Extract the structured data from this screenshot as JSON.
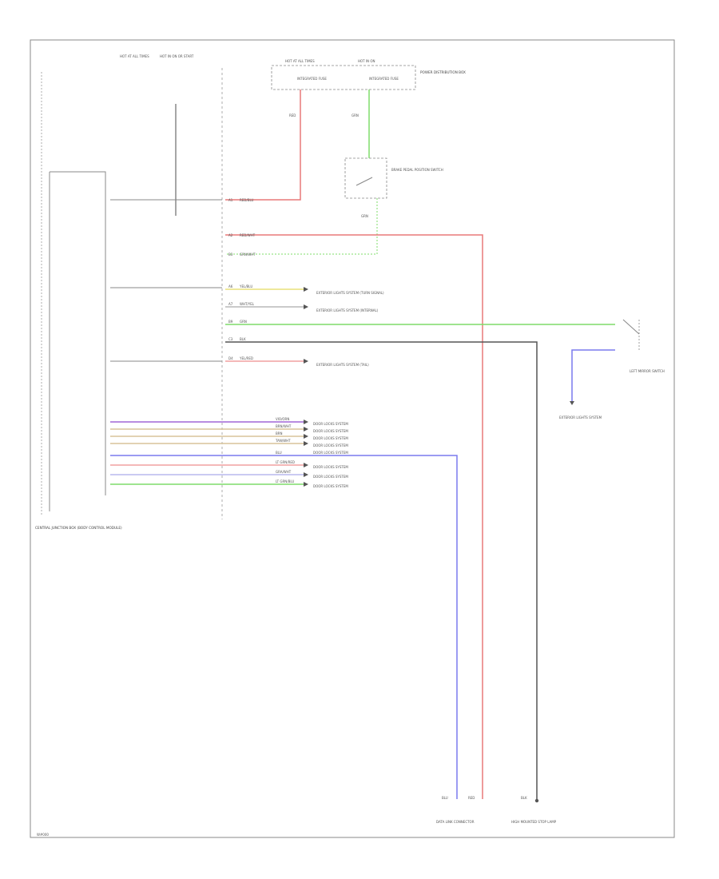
{
  "colors": {
    "frame": "#777777",
    "wire_black": "#555555",
    "wire_red": "#e87878",
    "wire_green": "#7fdc6a",
    "wire_blue": "#7a7aee",
    "wire_violet": "#a066d6",
    "wire_tan": "#d8c49a",
    "wire_yellow": "#e8e07a",
    "wire_pink": "#f0a0a0",
    "wire_gray": "#b8b8b8"
  },
  "connectors": {
    "hot_top_1": "HOT AT ALL TIMES",
    "hot_top_2": "HOT IN ON OR START",
    "hot_fuse_1": "HOT AT ALL TIMES",
    "hot_fuse_2": "HOT IN ON",
    "box_title": "POWER DISTRIBUTION BOX",
    "fuse_a": "INTEGRATED FUSE",
    "fuse_b": "INTEGRATED FUSE",
    "wire_red_top": "RED",
    "wire_grn_top": "GRN",
    "switch_label": "BRAKE PEDAL POSITION SWITCH",
    "switch_wire": "GRN",
    "left_switch": "LEFT MIRROR SWITCH",
    "ground_label": "EXTERIOR LIGHTS SYSTEM",
    "module_label": "CENTRAL JUNCTION BOX (BODY CONTROL MODULE)",
    "bottom_left": "DATA LINK CONNECTOR",
    "bottom_right": "HIGH MOUNTED STOP LAMP",
    "bottom_blu": "BLU",
    "bottom_red": "RED",
    "bottom_blk": "BLK",
    "corner_id": "W#000"
  },
  "pin_rows": [
    {
      "pin": "A1",
      "wire": "RED/BLU",
      "dest": ""
    },
    {
      "pin": "A2",
      "wire": "RED/WHT",
      "dest": ""
    },
    {
      "pin": "B3",
      "wire": "GRN/WHT",
      "dest": ""
    },
    {
      "pin": "A6",
      "wire": "YEL/BLU",
      "dest": "EXTERIOR LIGHTS SYSTEM (TURN SIGNAL)"
    },
    {
      "pin": "A7",
      "wire": "WHT/YEL",
      "dest": "EXTERIOR LIGHTS SYSTEM (INTERNAL)"
    },
    {
      "pin": "B9",
      "wire": "GRN",
      "dest": ""
    },
    {
      "pin": "C3",
      "wire": "BLK",
      "dest": ""
    },
    {
      "pin": "D4",
      "wire": "YEL/RED",
      "dest": "EXTERIOR LIGHTS SYSTEM (TAIL)"
    }
  ],
  "data_rows": [
    {
      "wire": "VIO/ORN",
      "dest": "DOOR LOCKS SYSTEM"
    },
    {
      "wire": "BRN/WHT",
      "dest": "DOOR LOCKS SYSTEM"
    },
    {
      "wire": "BRN",
      "dest": "DOOR LOCKS SYSTEM"
    },
    {
      "wire": "TAN/WHT",
      "dest": "DOOR LOCKS SYSTEM"
    },
    {
      "wire": "BLU",
      "dest": "DOOR LOCKS SYSTEM"
    },
    {
      "wire": "LT GRN/RED",
      "dest": "DOOR LOCKS SYSTEM"
    },
    {
      "wire": "GRA/WHT",
      "dest": "DOOR LOCKS SYSTEM"
    },
    {
      "wire": "LT GRN/BLU",
      "dest": "DOOR LOCKS SYSTEM"
    }
  ]
}
